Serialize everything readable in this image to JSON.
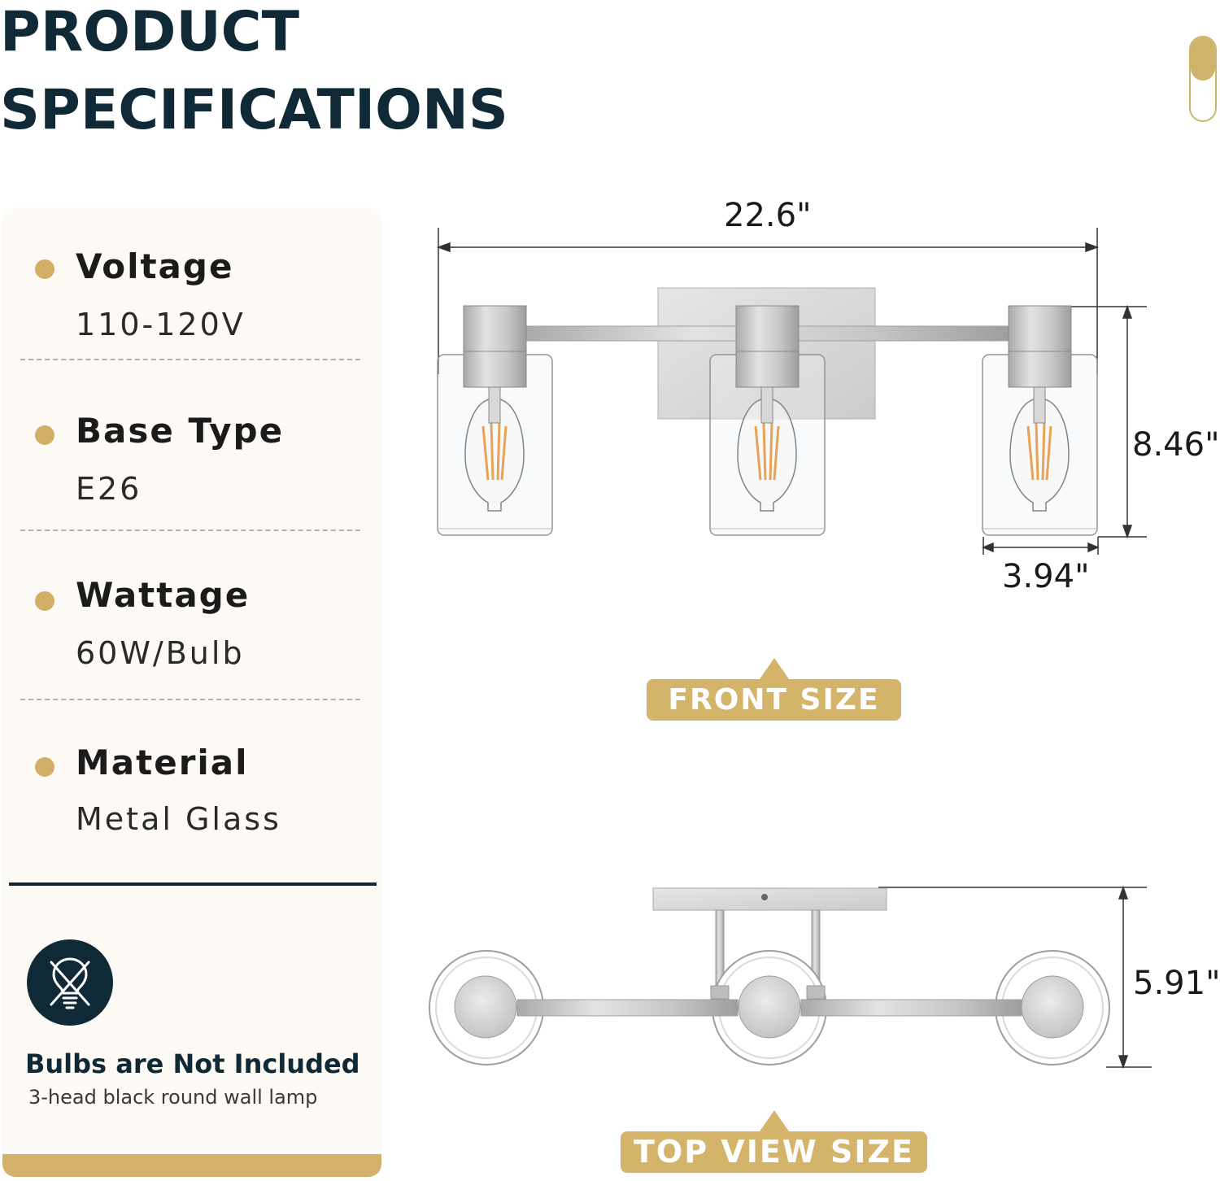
{
  "title": {
    "line1": "PRODUCT",
    "line2": "SPECIFICATIONS"
  },
  "specs": [
    {
      "label": "Voltage",
      "value": "110-120V"
    },
    {
      "label": "Base Type",
      "value": "E26"
    },
    {
      "label": "Wattage",
      "value": "60W/Bulb"
    },
    {
      "label": "Material",
      "value": "Metal Glass"
    }
  ],
  "bulbs": {
    "note": "Bulbs are Not Included",
    "sub": "3-head black round wall lamp",
    "icon": "no-bulb-icon"
  },
  "front": {
    "width": "22.6\"",
    "height": "8.46\"",
    "shade_width": "3.94\"",
    "tag": "FRONT SIZE"
  },
  "top": {
    "depth": "5.91\"",
    "tag": "TOP VIEW SIZE"
  },
  "colors": {
    "navy": "#0f2a36",
    "gold": "#d2ae66",
    "panel": "#fdf9f4",
    "nickel": "#c9c9c9"
  }
}
